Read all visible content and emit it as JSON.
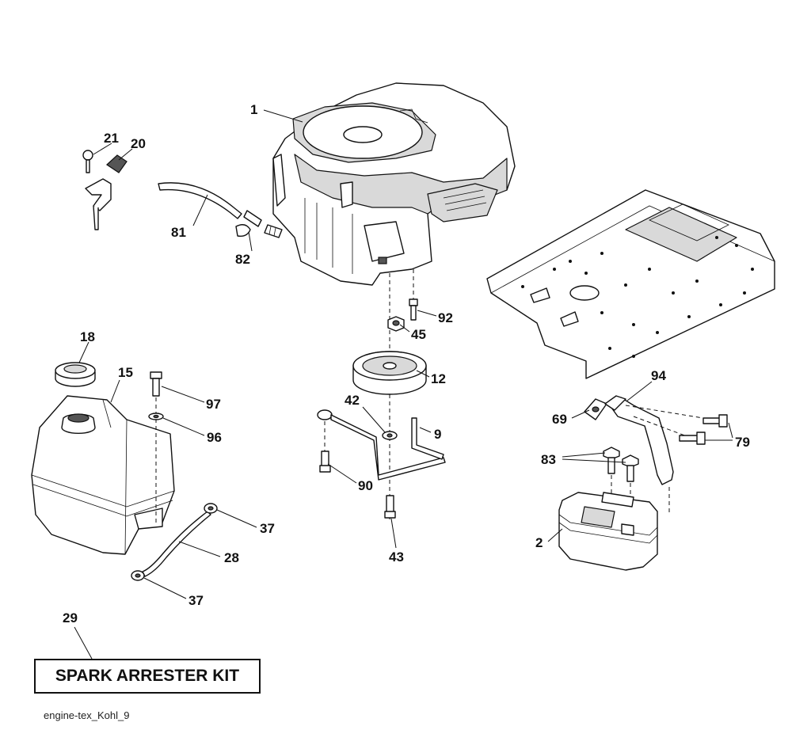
{
  "callouts": {
    "c1": "1",
    "c21": "21",
    "c20": "20",
    "c81": "81",
    "c82": "82",
    "c92": "92",
    "c45": "45",
    "c12": "12",
    "c18": "18",
    "c15": "15",
    "c97": "97",
    "c96": "96",
    "c42": "42",
    "c9": "9",
    "c90": "90",
    "c43": "43",
    "c37a": "37",
    "c28": "28",
    "c37b": "37",
    "c29": "29",
    "c94": "94",
    "c69": "69",
    "c79": "79",
    "c83": "83",
    "c2": "2"
  },
  "kit_label": "SPARK ARRESTER KIT",
  "footer_code": "engine-tex_Kohl_9"
}
